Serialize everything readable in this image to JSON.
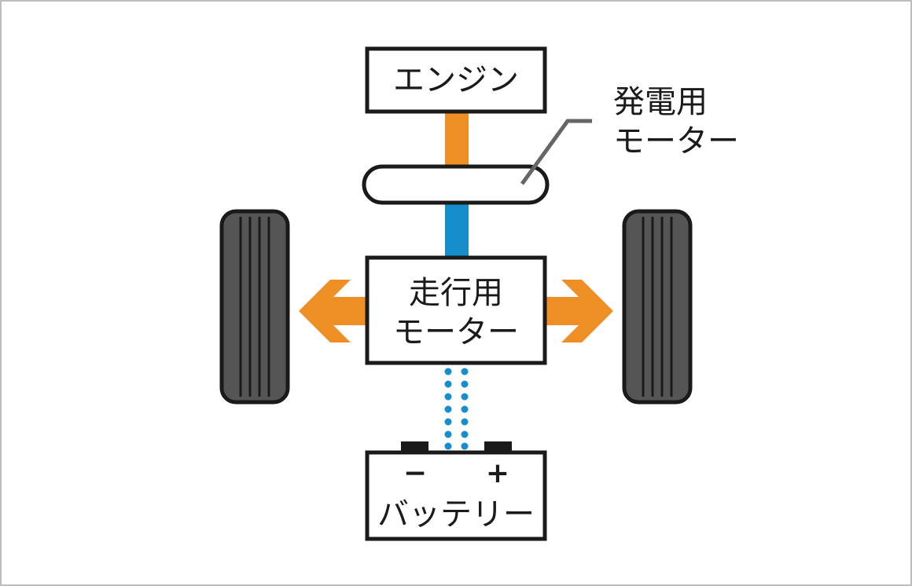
{
  "diagram": {
    "engine": {
      "label": "エンジン"
    },
    "generator_motor": {
      "line1": "発電用",
      "line2": "モーター"
    },
    "drive_motor": {
      "line1": "走行用",
      "line2": "モーター"
    },
    "battery": {
      "minus": "−",
      "plus": "+",
      "label": "バッテリー"
    }
  },
  "colors": {
    "frame_border": "#bdbdbd",
    "box_stroke": "#1a1a1a",
    "engine_shaft": "#ee8f25",
    "motor_shaft": "#168ecb",
    "arrow": "#ee8f25",
    "electric_dots": "#168ecb",
    "tire_fill": "#555555",
    "tire_outline": "#1a1a1a",
    "leader_line": "#666666"
  },
  "icons": {
    "left_wheel": "tire-icon",
    "right_wheel": "tire-icon",
    "left_arrow": "arrow-left-icon",
    "right_arrow": "arrow-right-icon",
    "battery": "battery-icon"
  }
}
